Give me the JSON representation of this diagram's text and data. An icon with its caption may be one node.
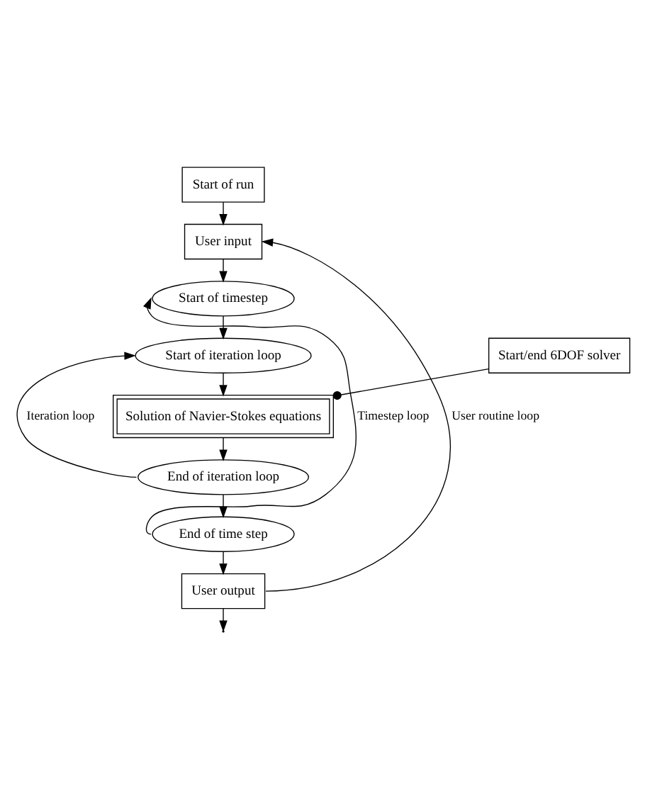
{
  "diagram": {
    "nodes": [
      {
        "text": [
          "Start of run"
        ]
      },
      {
        "text": [
          "User input"
        ]
      },
      {
        "text": [
          "Start of timestep"
        ]
      },
      {
        "text": [
          "Start of iteration loop"
        ]
      },
      {
        "text": [
          "Start/end 6DOF solver"
        ]
      },
      {
        "text": [
          "Solution of Navier-Stokes equations"
        ]
      },
      {
        "text": [
          "End of iteration loop"
        ]
      },
      {
        "text": [
          "End of time step"
        ]
      },
      {
        "text": [
          "User output"
        ]
      }
    ],
    "edges": [
      {
        "from": 0,
        "to": 1,
        "arrow": "to"
      },
      {
        "from": 1,
        "to": 2,
        "arrow": "to"
      },
      {
        "from": 2,
        "to": 3,
        "arrow": "to"
      },
      {
        "from": 3,
        "to": 5,
        "arrow": "to"
      },
      {
        "from": 4,
        "to": 5,
        "arrow": "other"
      },
      {
        "from": 5,
        "to": 6,
        "arrow": "to"
      },
      {
        "from": 6,
        "to": 3,
        "arrow": "to",
        "label": "Iteration loop"
      },
      {
        "from": 6,
        "to": 7,
        "arrow": "to"
      },
      {
        "from": 7,
        "to": 2,
        "arrow": "to",
        "label": "Timestep loop"
      },
      {
        "from": 7,
        "to": 8,
        "arrow": "to"
      },
      {
        "from": 8,
        "to": 1,
        "arrow": "to",
        "label": "User routine loop"
      },
      {
        "from": 8,
        "to": null,
        "arrow": "to"
      }
    ]
  }
}
